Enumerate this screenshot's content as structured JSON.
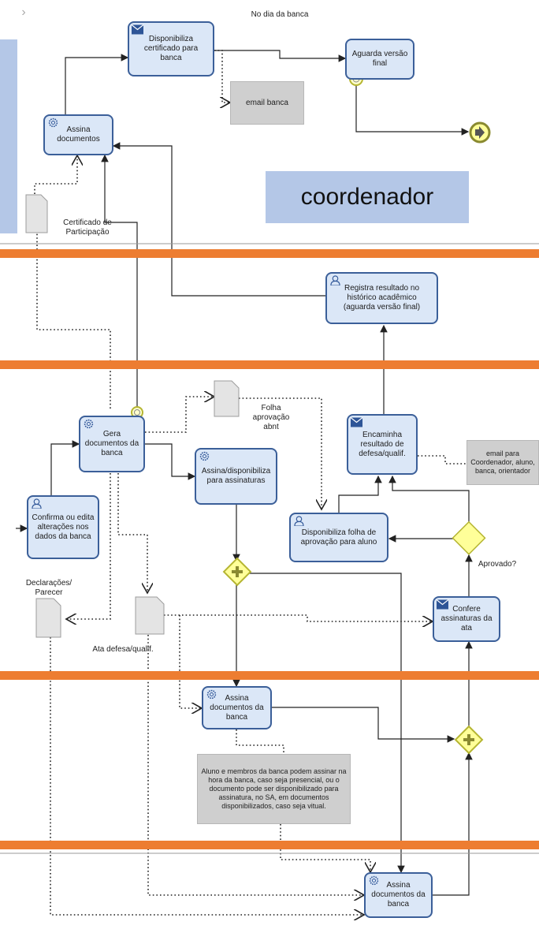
{
  "header": {
    "caption": "No dia da banca",
    "chevron": "›"
  },
  "role_label": "coordenador",
  "tasks": {
    "disponibiliza_certificado": "Disponibiliza certificado para banca",
    "aguarda_versao_final": "Aguarda versão final",
    "assina_documentos_top": "Assina documentos",
    "registra_resultado": "Registra resultado no histórico acadêmico (aguarda versão final)",
    "gera_documentos": "Gera documentos da banca",
    "assina_disponibiliza": "Assina/disponibiliza para assinaturas",
    "encaminha_resultado": "Encaminha resultado de defesa/qualif.",
    "confirma_edita": "Confirma ou edita alterações nos dados da banca",
    "disponibiliza_folha": "Disponibiliza folha de aprovação para aluno",
    "confere_assinaturas": "Confere assinaturas da ata",
    "assina_documentos_mid": "Assina documentos da banca",
    "assina_documentos_bottom": "Assina documentos da banca"
  },
  "notes": {
    "email_banca": "email banca",
    "email_coordenador": "email para Coordenador, aluno, banca, orientador",
    "aluno_membros": "Aluno e membros da banca podem assinar na hora da banca, caso seja presencial, ou o documento pode ser disponibilizado para assinatura, no SA, em documentos disponibilizados, caso seja vitual."
  },
  "documents": {
    "certificado": "Certificado de Participação",
    "folha_aprovacao": "Folha aprovação abnt",
    "declaracoes": "Declarações/ Parecer",
    "ata": "Ata defesa/qualif."
  },
  "gateways": {
    "aprovado": "Aprovado?"
  },
  "colors": {
    "task_fill": "#dbe7f7",
    "task_border": "#3b5f99",
    "lane_stripe": "#ed7d31",
    "role_box": "#b4c7e7",
    "gateway_fill": "#ffff99",
    "gateway_border": "#b5b532",
    "note_fill": "#cfcfcf"
  },
  "icons": {
    "service": "gear-icon",
    "user": "person-icon",
    "send": "envelope-icon",
    "timer": "clock-icon",
    "end": "end-event-icon",
    "parallel": "plus-icon",
    "exclusive": "diamond-icon"
  }
}
